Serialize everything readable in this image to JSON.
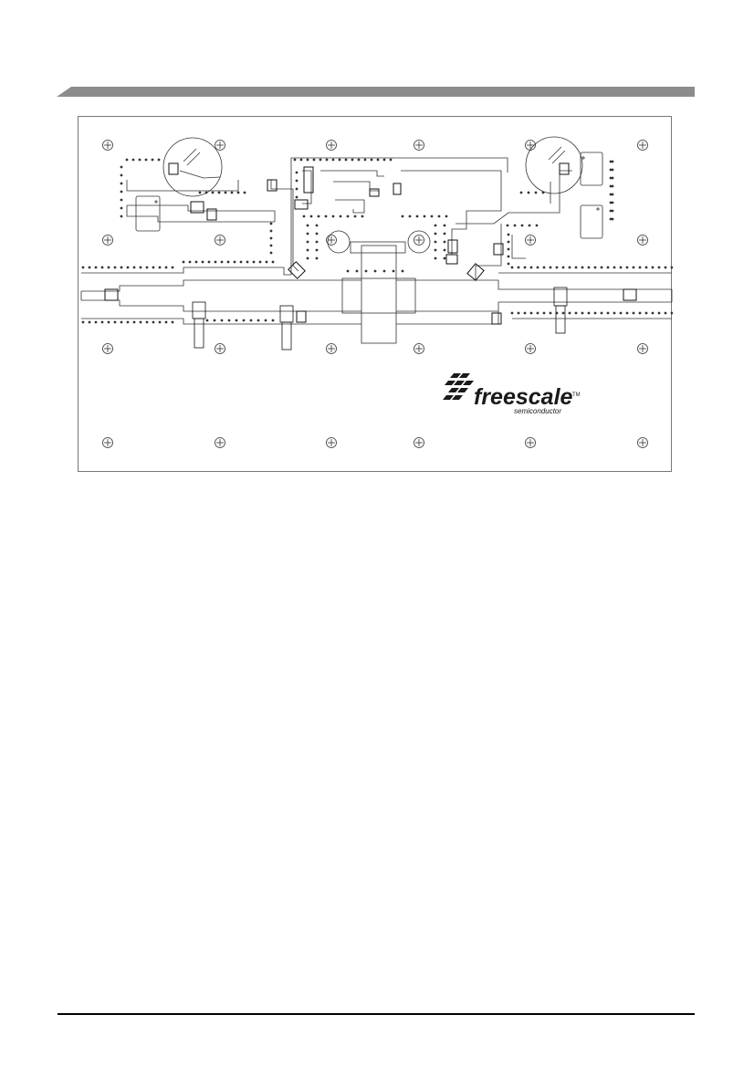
{
  "header": {
    "bar_color": "#8c8c8c"
  },
  "figure": {
    "logo": {
      "word": "freescale",
      "tagline": "semiconductor",
      "trademark": "TM"
    }
  },
  "footer": {
    "rule_color": "#000000"
  }
}
